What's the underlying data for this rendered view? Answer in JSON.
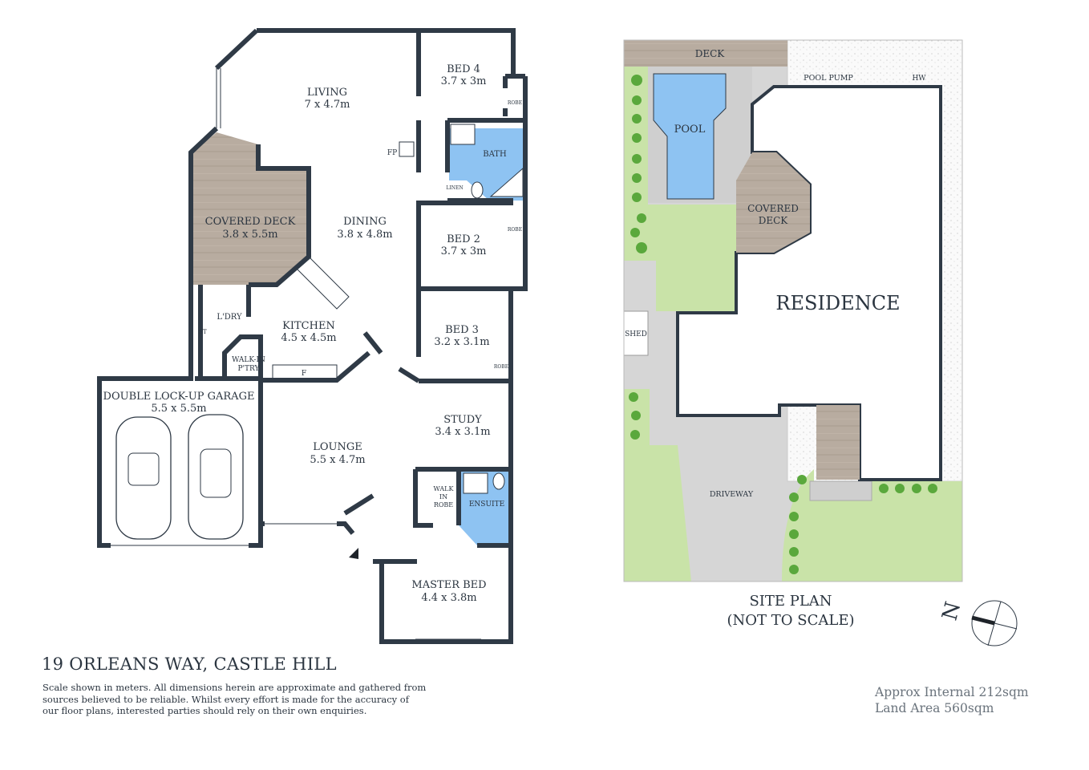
{
  "floor_plan": {
    "rooms": [
      {
        "name": "LIVING",
        "size": "7 x 4.7m"
      },
      {
        "name": "BED 4",
        "size": "3.7 x 3m"
      },
      {
        "name": "BATH"
      },
      {
        "name": "COVERED DECK",
        "size": "3.8 x 5.5m"
      },
      {
        "name": "DINING",
        "size": "3.8 x 4.8m"
      },
      {
        "name": "BED 2",
        "size": "3.7 x 3m"
      },
      {
        "name": "L'DRY"
      },
      {
        "name": "KITCHEN",
        "size": "4.5 x 4.5m"
      },
      {
        "name": "BED 3",
        "size": "3.2 x 3.1m"
      },
      {
        "name": "WALK-IN P'TRY"
      },
      {
        "name": "DOUBLE LOCK-UP GARAGE",
        "size": "5.5 x 5.5m"
      },
      {
        "name": "STUDY",
        "size": "3.4 x 3.1m"
      },
      {
        "name": "LOUNGE",
        "size": "5.5 x 4.7m"
      },
      {
        "name": "WALK IN ROBE"
      },
      {
        "name": "ENSUITE"
      },
      {
        "name": "MASTER BED",
        "size": "4.4 x 3.8m"
      }
    ],
    "small_labels": {
      "fp": "FP",
      "robe": "ROBE",
      "linen": "LINEN",
      "st": "ST",
      "fridge": "F",
      "walkin1": "WALK-IN",
      "walkin2": "P'TRY",
      "wir1": "WALK",
      "wir2": "IN",
      "wir3": "ROBE"
    }
  },
  "site_plan": {
    "labels": {
      "deck": "DECK",
      "pool_pump": "POOL PUMP",
      "hw": "HW",
      "pool": "POOL",
      "covered_deck_1": "COVERED",
      "covered_deck_2": "DECK",
      "residence": "RESIDENCE",
      "shed": "SHED",
      "driveway": "DRIVEWAY"
    },
    "title_1": "SITE PLAN",
    "title_2": "(NOT TO SCALE)",
    "north": "N"
  },
  "footer": {
    "address": "19 ORLEANS WAY, CASTLE HILL",
    "disclaimer": "Scale shown in meters. All dimensions herein are approximate and gathered from sources believed to be  reliable. Whilst every effort is made for the accuracy of our floor plans, interested parties should rely on their own enquiries.",
    "internal_area": "Approx Internal 212sqm",
    "land_area": "Land Area 560sqm"
  },
  "colors": {
    "wall": "#2f3a46",
    "deck": "#b8aca0",
    "wet_area": "#8ec3f2",
    "lawn": "#c9e3a8",
    "driveway": "#d6d6d6",
    "pool": "#8ec3f2"
  }
}
